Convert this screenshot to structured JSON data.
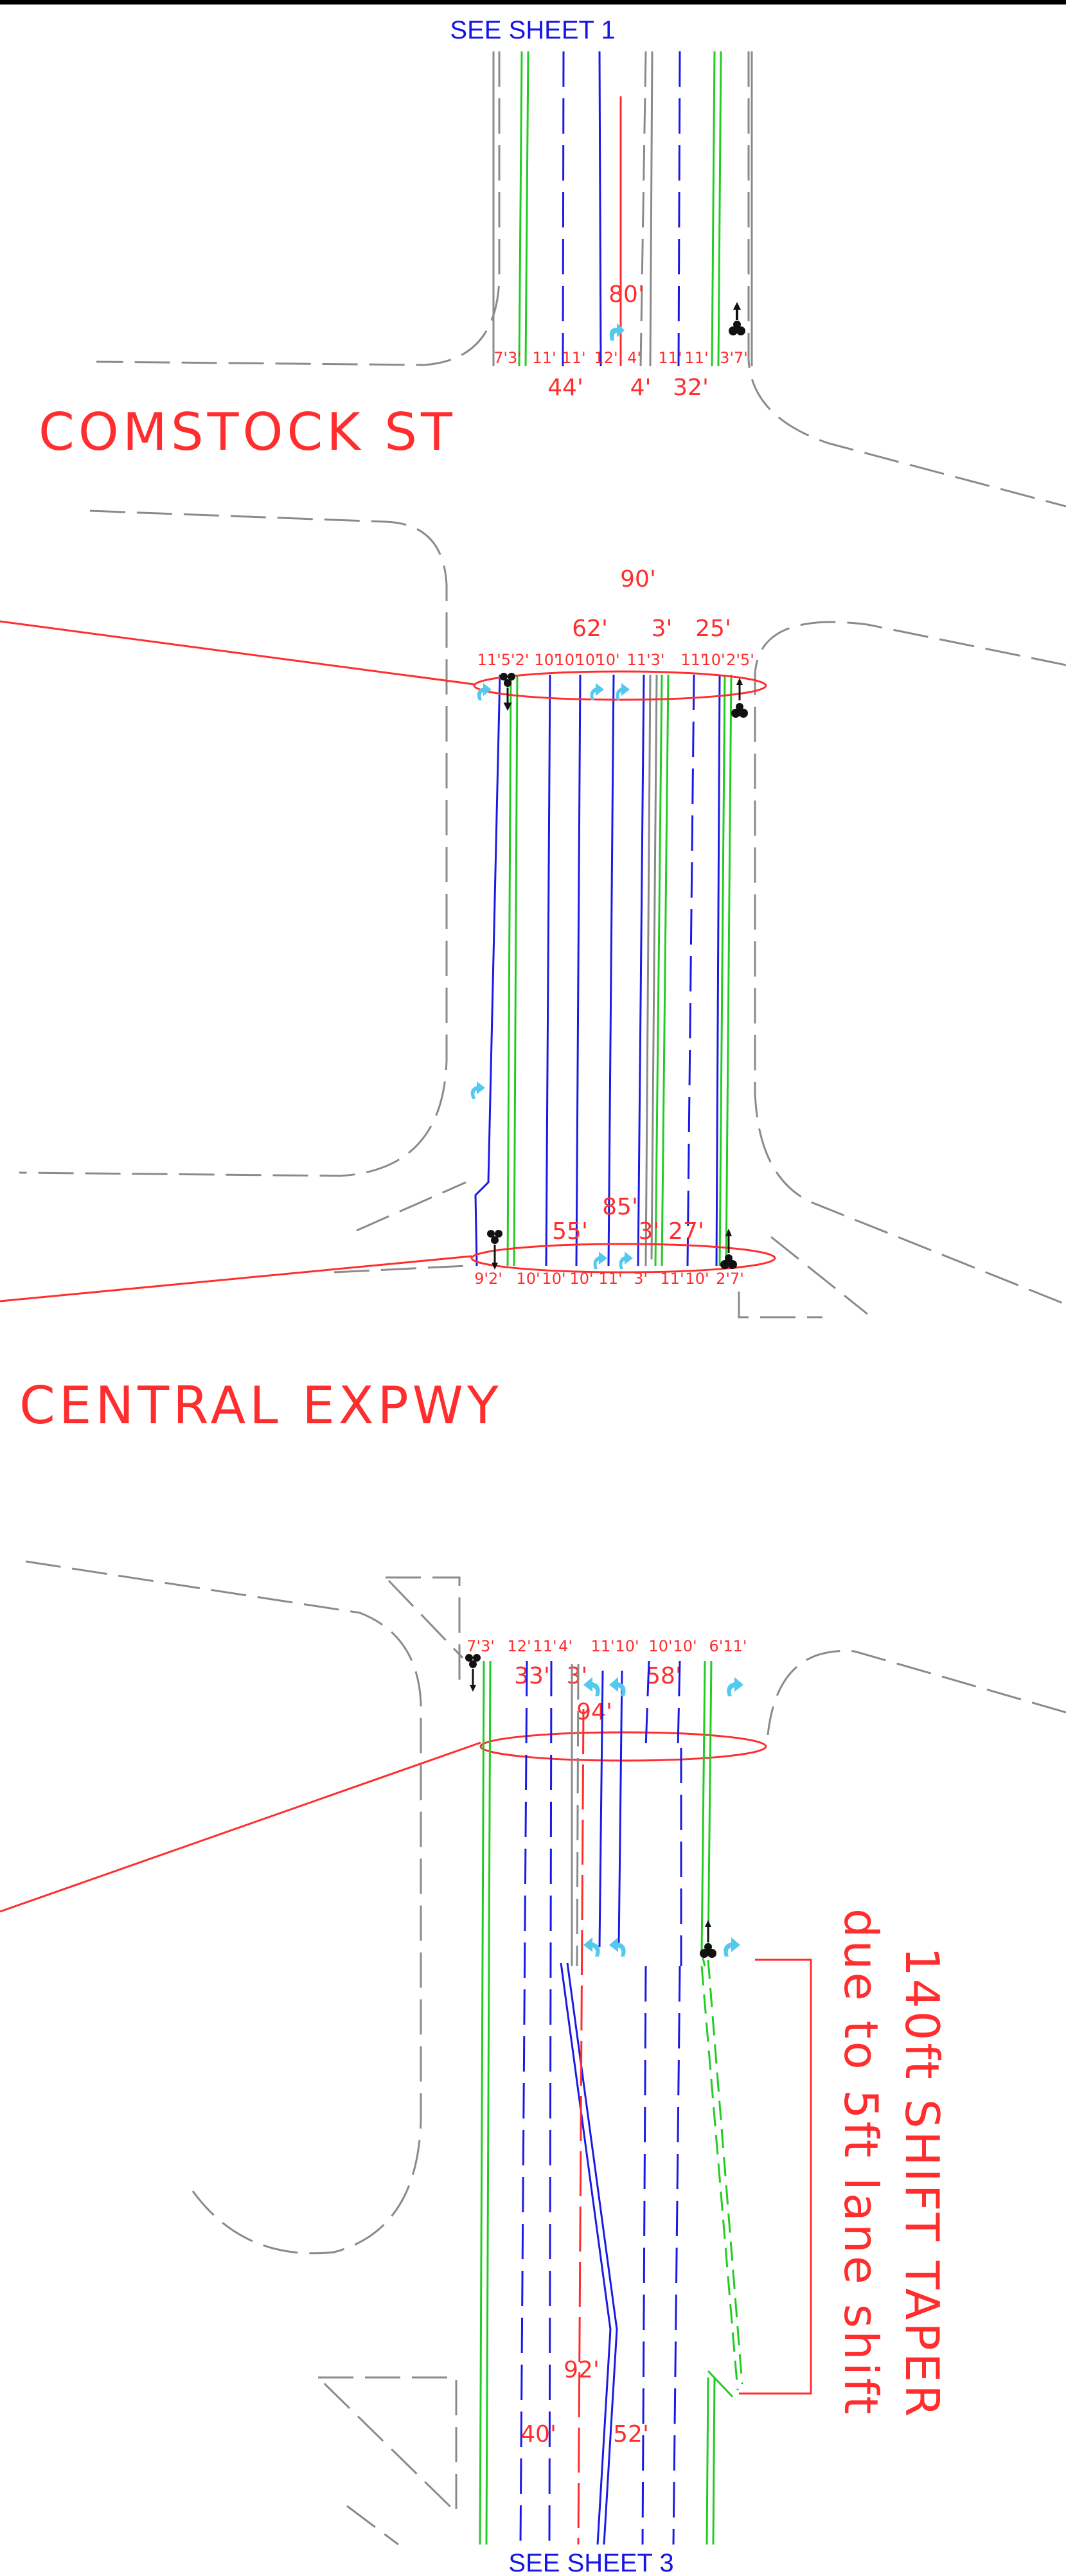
{
  "colors": {
    "curb": "#8a8a8a",
    "bike_lane": "#22cc22",
    "lane_line": "#1a1ae6",
    "dimension": "#ff2d2d",
    "turn_arrow": "#55c8ee",
    "signal": "#111111"
  },
  "sheet_refs": {
    "top": "SEE SHEET 1",
    "bottom": "SEE SHEET 3"
  },
  "streets": {
    "upper": "COMSTOCK ST",
    "lower": "CENTRAL EXPWY"
  },
  "section_1": {
    "total": "80'",
    "lane_widths": [
      "7'3'",
      "11'",
      "11'",
      "12'",
      "4'",
      "11'",
      "11'",
      "3'7'"
    ],
    "subtotals": [
      "44'",
      "4'",
      "32'"
    ]
  },
  "section_2": {
    "total": "90'",
    "subtotals": [
      "62'",
      "3'",
      "25'"
    ],
    "lane_widths": [
      "11'5'2'",
      "10'",
      "10'",
      "10'",
      "10'",
      "11'3'",
      "11'",
      "10'",
      "2'5'"
    ]
  },
  "section_3": {
    "total": "85'",
    "subtotals": [
      "55'",
      "3'",
      "27'"
    ],
    "lane_widths": [
      "9'2'",
      "10'",
      "10'",
      "10'",
      "11'",
      "3'",
      "11'",
      "10'",
      "2'7'"
    ]
  },
  "section_4": {
    "total": "94'",
    "lane_widths": [
      "7'3'",
      "12'",
      "11'",
      "4'",
      "11'",
      "10'",
      "10'",
      "10'",
      "6'11'"
    ],
    "subtotals": [
      "33'",
      "3'",
      "58'"
    ]
  },
  "section_5": {
    "total": "92'",
    "subtotals": [
      "40'",
      "52'"
    ]
  },
  "taper_note": {
    "line1": "140ft SHIFT TAPER",
    "line2": "due to 5ft lane shift"
  }
}
